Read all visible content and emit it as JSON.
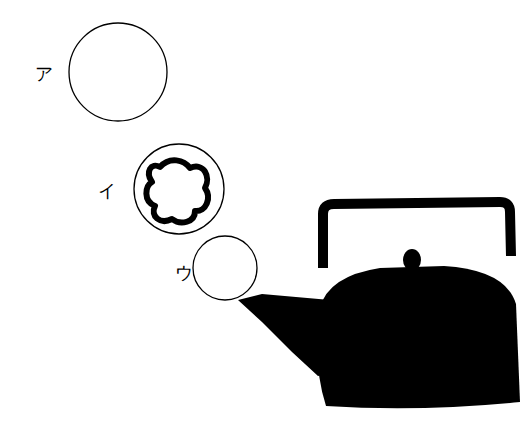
{
  "diagram": {
    "nodes": [
      {
        "text": [
          "ア"
        ]
      },
      {
        "text": [
          "イ"
        ]
      },
      {
        "text": [
          "ウ"
        ]
      }
    ]
  }
}
